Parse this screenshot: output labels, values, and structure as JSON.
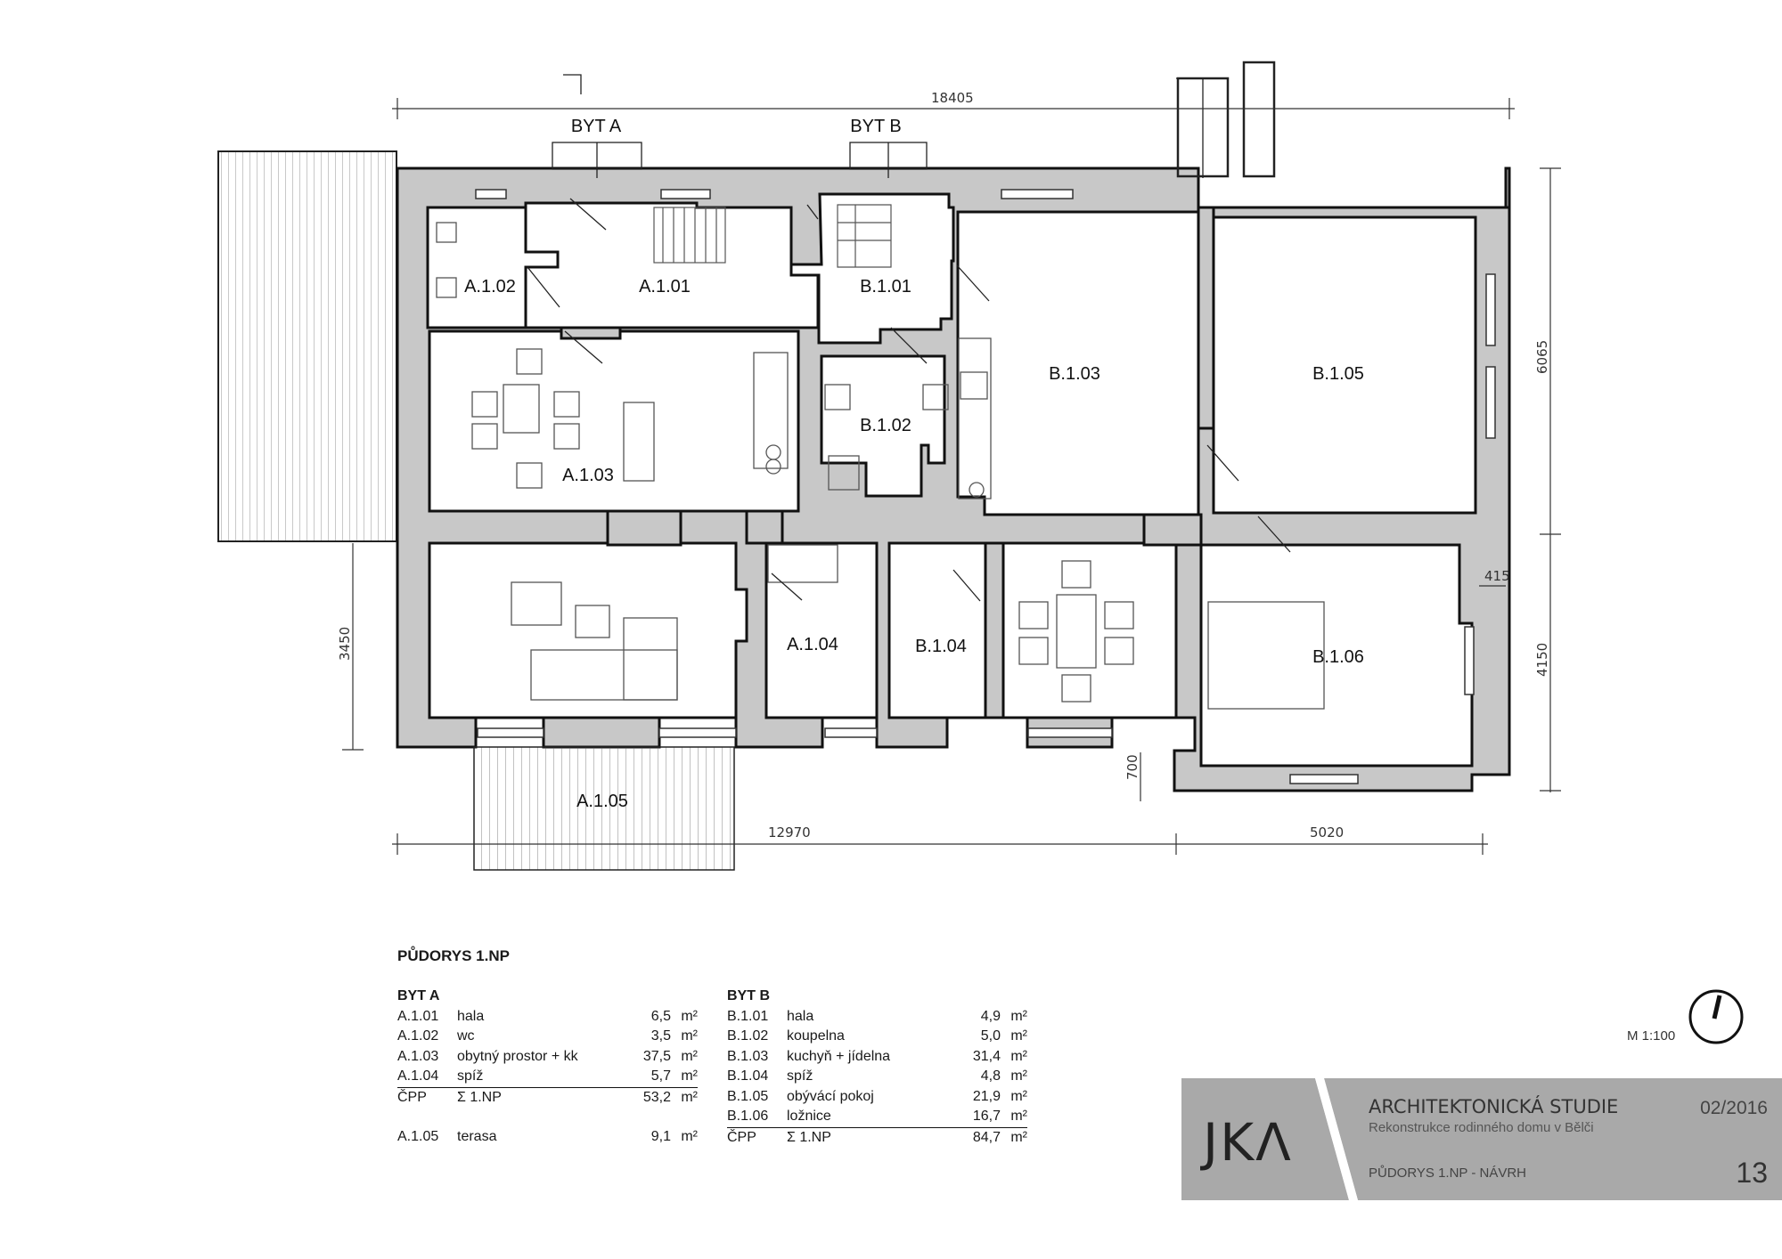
{
  "plan": {
    "entries": [
      "BYT A",
      "BYT B"
    ],
    "rooms": [
      "A.1.01",
      "A.1.02",
      "A.1.03",
      "A.1.04",
      "A.1.05",
      "B.1.01",
      "B.1.02",
      "B.1.03",
      "B.1.04",
      "B.1.05",
      "B.1.06"
    ],
    "dimensions": {
      "overall_width": "18405",
      "right_upper": "6065",
      "right_lower": "4150",
      "left_height": "3450",
      "bottom_left": "12970",
      "bottom_right": "5020",
      "wall_offset": "700",
      "small_dim": "415"
    }
  },
  "schedule": {
    "title": "PŮDORYS 1.NP",
    "byt_a": {
      "header": "BYT A",
      "rows": [
        {
          "code": "A.1.01",
          "name": "hala",
          "value": "6,5",
          "unit": "m²"
        },
        {
          "code": "A.1.02",
          "name": "wc",
          "value": "3,5",
          "unit": "m²"
        },
        {
          "code": "A.1.03",
          "name": "obytný prostor + kk",
          "value": "37,5",
          "unit": "m²"
        },
        {
          "code": "A.1.04",
          "name": "spíž",
          "value": "5,7",
          "unit": "m²"
        }
      ],
      "total": {
        "code": "ČPP",
        "name": "Σ 1.NP",
        "value": "53,2",
        "unit": "m²"
      },
      "extra": {
        "code": "A.1.05",
        "name": "terasa",
        "value": "9,1",
        "unit": "m²"
      }
    },
    "byt_b": {
      "header": "BYT B",
      "rows": [
        {
          "code": "B.1.01",
          "name": "hala",
          "value": "4,9",
          "unit": "m²"
        },
        {
          "code": "B.1.02",
          "name": "koupelna",
          "value": "5,0",
          "unit": "m²"
        },
        {
          "code": "B.1.03",
          "name": "kuchyň + jídelna",
          "value": "31,4",
          "unit": "m²"
        },
        {
          "code": "B.1.04",
          "name": "spíž",
          "value": "4,8",
          "unit": "m²"
        },
        {
          "code": "B.1.05",
          "name": "obývácí pokoj",
          "value": "21,9",
          "unit": "m²"
        },
        {
          "code": "B.1.06",
          "name": "ložnice",
          "value": "16,7",
          "unit": "m²"
        }
      ],
      "total": {
        "code": "ČPP",
        "name": "Σ 1.NP",
        "value": "84,7",
        "unit": "m²"
      }
    }
  },
  "scale": "M 1:100",
  "title_block": {
    "logo": "JKΛ",
    "title": "ARCHITEKTONICKÁ STUDIE",
    "subtitle": "Rekonstrukce rodinného domu v Bělči",
    "date": "02/2016",
    "drawing": "PŮDORYS 1.NP - NÁVRH",
    "page": "13"
  },
  "colors": {
    "wall_fill": "#c8c8c8",
    "wall_outline": "#111111",
    "title_block_grey": "#a9a9a9"
  }
}
